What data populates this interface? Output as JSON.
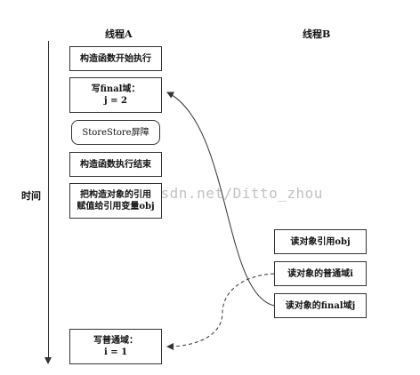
{
  "headers": {
    "thread_a": "线程A",
    "thread_b": "线程B"
  },
  "time_label": "时间",
  "thread_a_boxes": [
    {
      "id": "a1",
      "text": "构造函数开始执行"
    },
    {
      "id": "a2",
      "text": "写final域：\nj = 2"
    },
    {
      "id": "a3",
      "text": "StoreStore屏障"
    },
    {
      "id": "a4",
      "text": "构造函数执行结束"
    },
    {
      "id": "a5",
      "text": "把构造对象的引用\n赋值给引用变量obj"
    },
    {
      "id": "a6",
      "text": "写普通域：\ni = 1"
    }
  ],
  "thread_b_boxes": [
    {
      "id": "b1",
      "text": "读对象引用obj"
    },
    {
      "id": "b2",
      "text": "读对象的普通域i"
    },
    {
      "id": "b3",
      "text": "读对象的final域j"
    }
  ],
  "watermark": "og.csdn.net/Ditto_zhou",
  "arrows": [
    {
      "from": "b3",
      "to": "a2",
      "style": "solid"
    },
    {
      "from": "b2",
      "to": "a6",
      "style": "dashed"
    }
  ]
}
